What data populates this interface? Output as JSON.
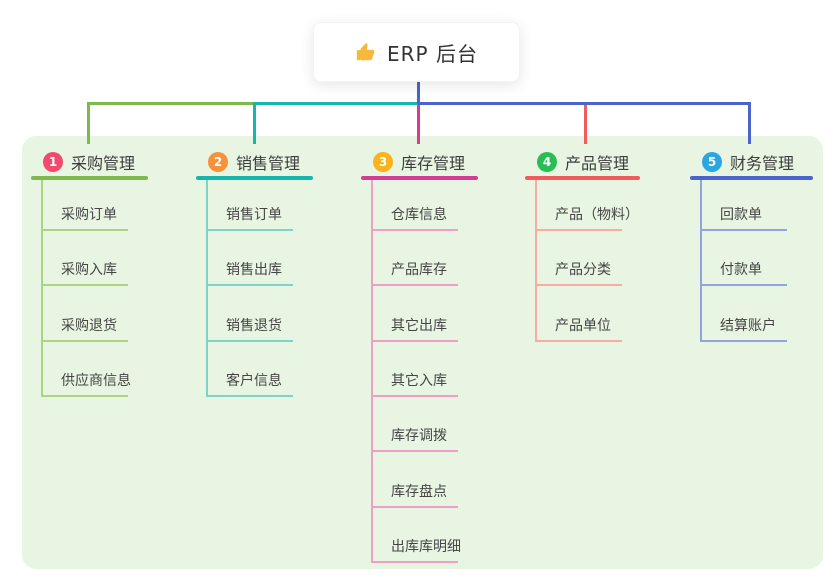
{
  "root": {
    "title": "ERP 后台",
    "icon": "thumbs-up-icon",
    "icon_color": "#f6b93b"
  },
  "panel": {
    "background_color": "#e7f5e2"
  },
  "connector": {
    "center_color": "#4a63cd"
  },
  "branches": [
    {
      "badge": "1",
      "badge_color": "#f24a6e",
      "title": "采购管理",
      "line_color": "#7db94d",
      "light_color": "#a9d57f",
      "children": [
        "采购订单",
        "采购入库",
        "采购退货",
        "供应商信息"
      ]
    },
    {
      "badge": "2",
      "badge_color": "#f7913c",
      "title": "销售管理",
      "line_color": "#17b6ac",
      "light_color": "#7fd3c9",
      "children": [
        "销售订单",
        "销售出库",
        "销售退货",
        "客户信息"
      ]
    },
    {
      "badge": "3",
      "badge_color": "#f9b31b",
      "title": "库存管理",
      "line_color": "#d53d95",
      "light_color": "#efa0c9",
      "children": [
        "仓库信息",
        "产品库存",
        "其它出库",
        "其它入库",
        "库存调拨",
        "库存盘点",
        "出库库明细"
      ]
    },
    {
      "badge": "4",
      "badge_color": "#2abd55",
      "title": "产品管理",
      "line_color": "#f15b5b",
      "light_color": "#f7aca4",
      "children": [
        "产品（物料）",
        "产品分类",
        "产品单位"
      ]
    },
    {
      "badge": "5",
      "badge_color": "#2aa6e2",
      "title": "财务管理",
      "line_color": "#4a63cd",
      "light_color": "#90a5dd",
      "children": [
        "回款单",
        "付款单",
        "结算账户"
      ]
    }
  ]
}
